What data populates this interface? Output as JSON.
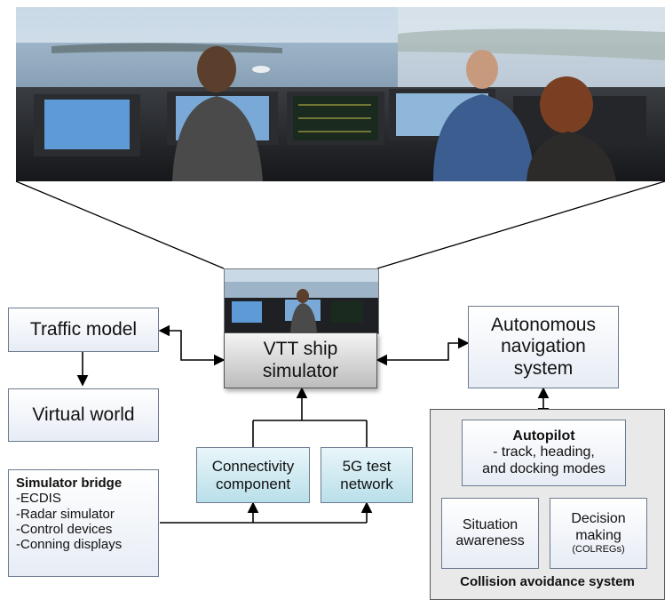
{
  "diagram": {
    "simulator": {
      "line1": "VTT ship",
      "line2": "simulator"
    },
    "traffic_model": "Traffic model",
    "virtual_world": "Virtual world",
    "autonomous_nav": {
      "line1": "Autonomous",
      "line2": "navigation",
      "line3": "system"
    },
    "connectivity": {
      "line1": "Connectivity",
      "line2": "component"
    },
    "network_5g": {
      "line1": "5G test",
      "line2": "network"
    },
    "simulator_bridge": {
      "title": "Simulator bridge",
      "items": [
        "-ECDIS",
        "-Radar simulator",
        "-Control devices",
        "-Conning displays"
      ]
    },
    "autopilot": {
      "title": "Autopilot",
      "line1": "- track, heading,",
      "line2": "and docking modes"
    },
    "situation": {
      "line1": "Situation",
      "line2": "awareness"
    },
    "decision": {
      "line1": "Decision",
      "line2": "making",
      "line3": "(COLREGs)"
    },
    "collision_system": "Collision avoidance system"
  },
  "colors": {
    "box_border": "#6b7a8f",
    "teal_fill": "#b9dfe9",
    "gray_fill": "#bcbcbc",
    "panel_fill": "#e9e9e9"
  }
}
